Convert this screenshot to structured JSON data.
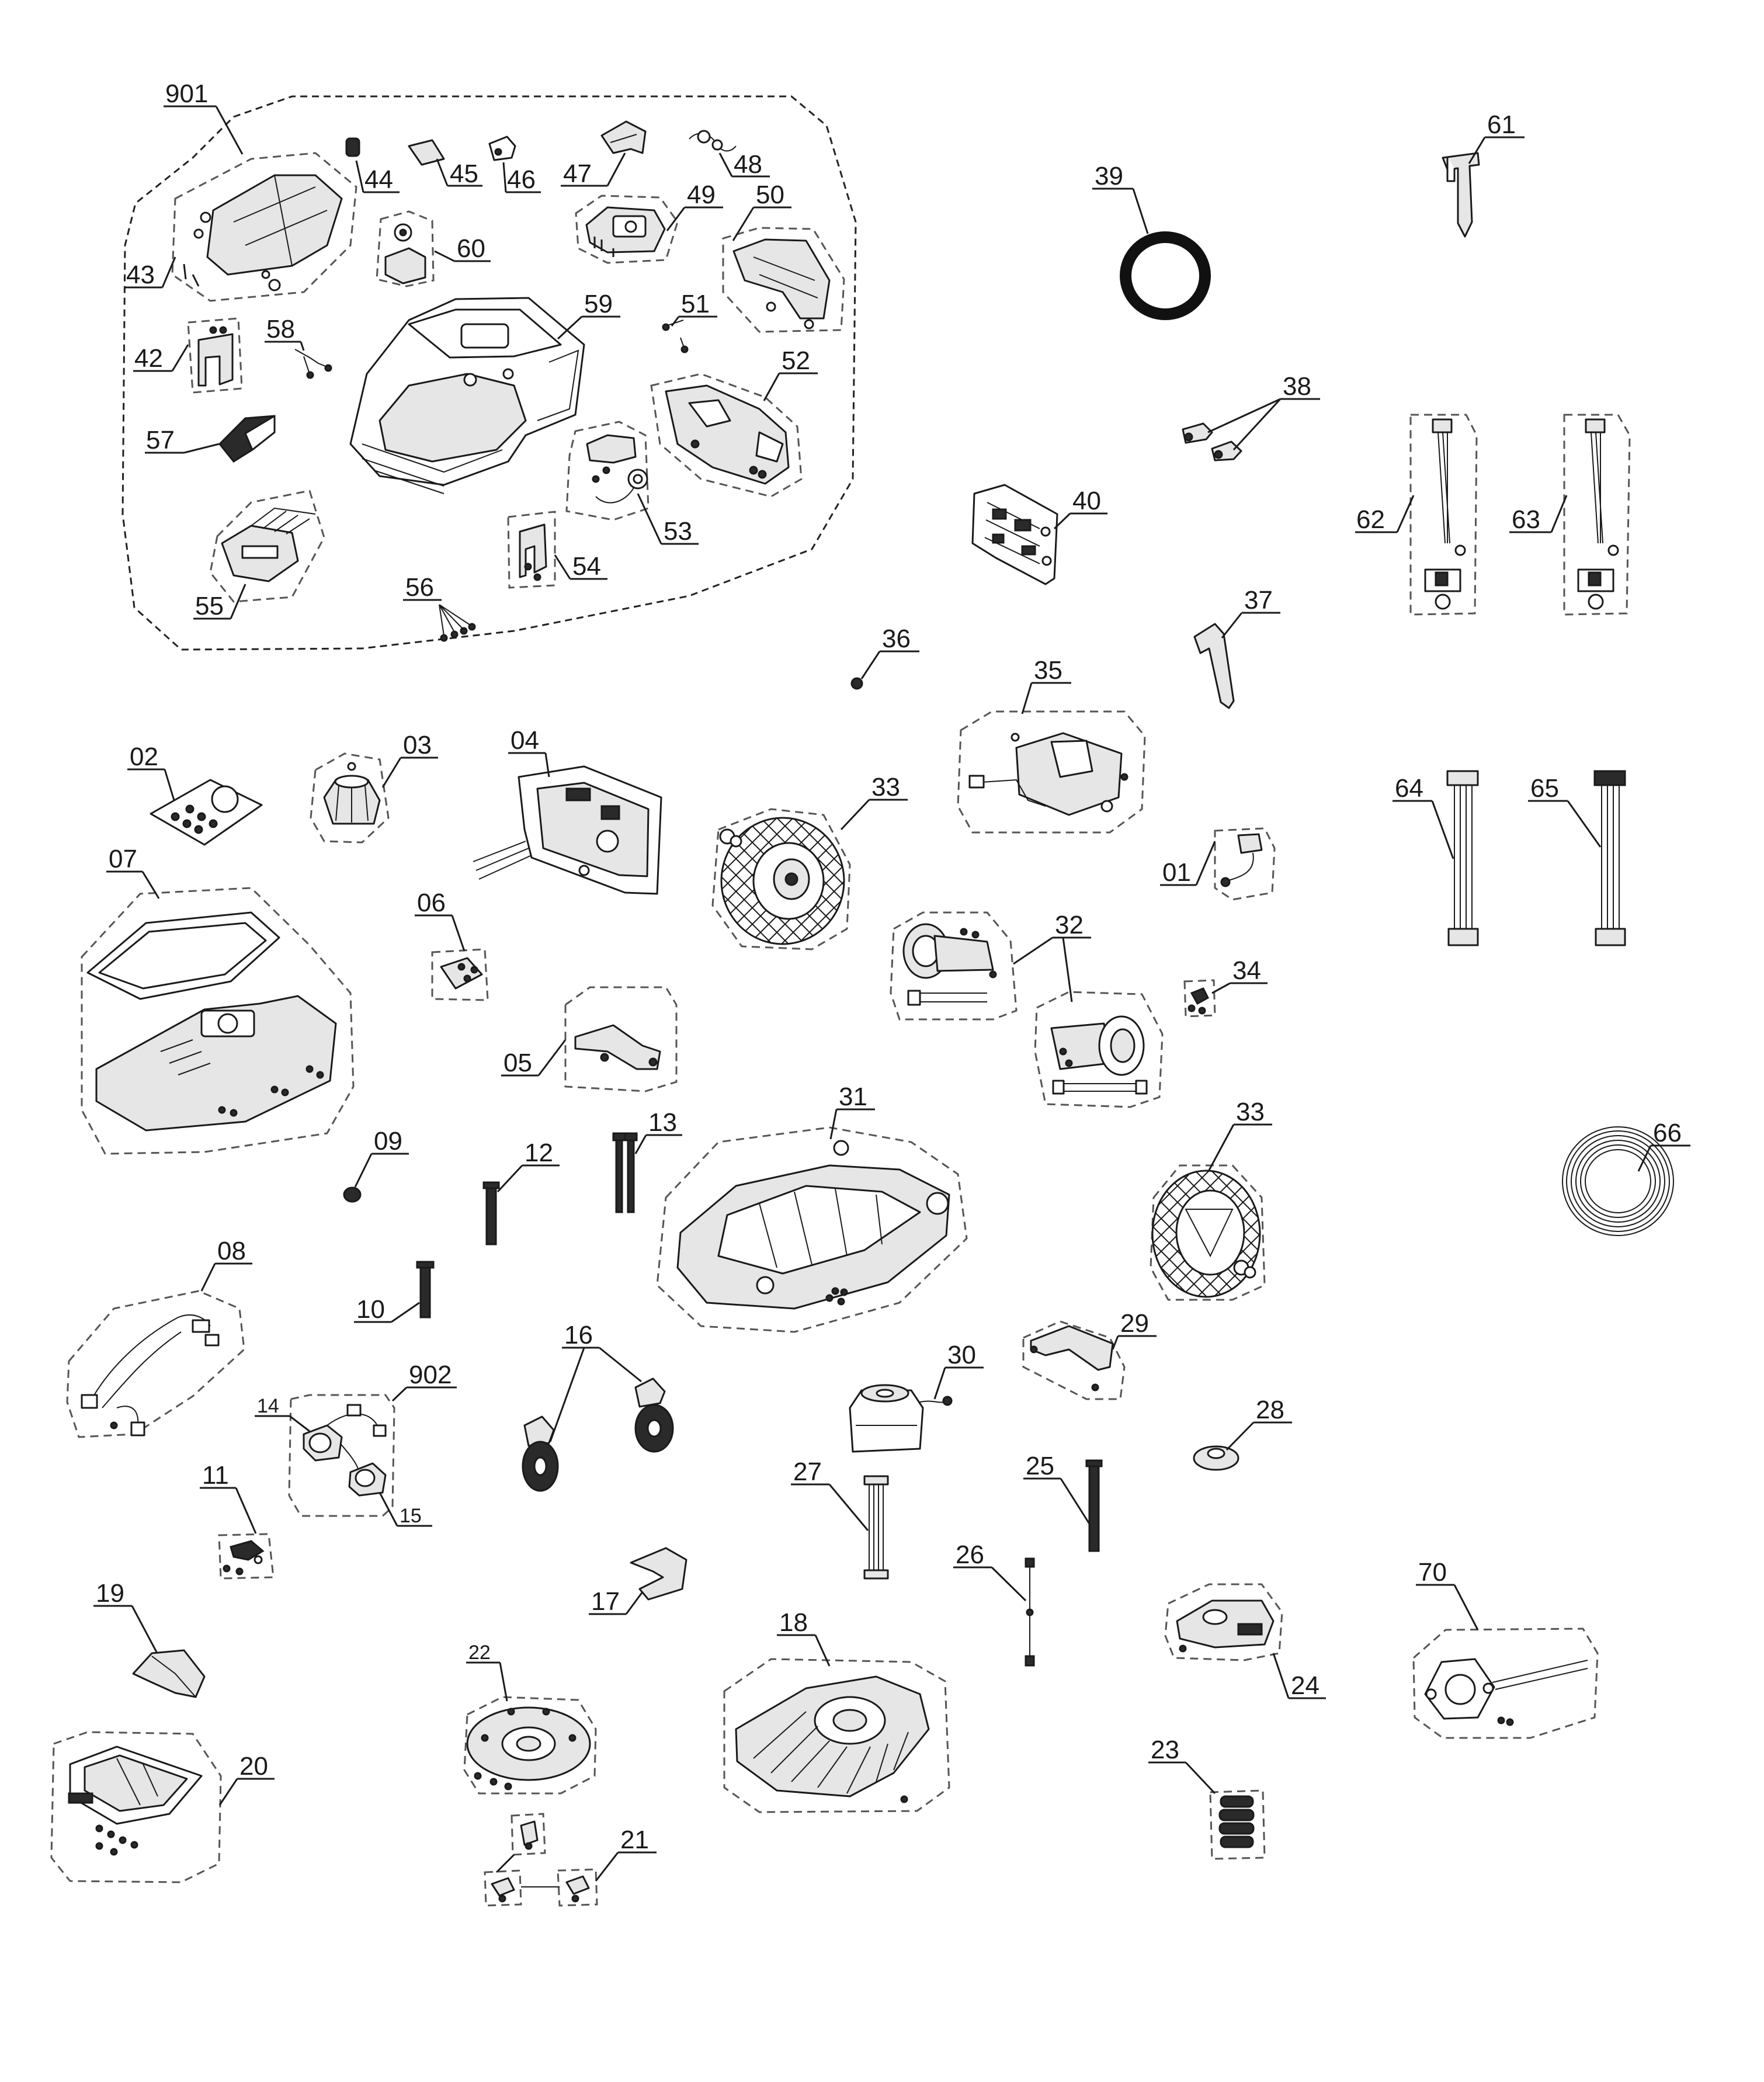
{
  "labels": {
    "l901": "901",
    "l902": "902",
    "l01": "01",
    "l02": "02",
    "l03": "03",
    "l04": "04",
    "l05": "05",
    "l06": "06",
    "l07": "07",
    "l08": "08",
    "l09": "09",
    "l10": "10",
    "l11": "11",
    "l12": "12",
    "l13": "13",
    "l14": "14",
    "l15": "15",
    "l16": "16",
    "l17": "17",
    "l18": "18",
    "l19": "19",
    "l20": "20",
    "l21": "21",
    "l22": "22",
    "l23": "23",
    "l24": "24",
    "l25": "25",
    "l26": "26",
    "l27": "27",
    "l28": "28",
    "l29": "29",
    "l30": "30",
    "l31": "31",
    "l32": "32",
    "l33a": "33",
    "l33b": "33",
    "l34": "34",
    "l35": "35",
    "l36": "36",
    "l37": "37",
    "l38": "38",
    "l39": "39",
    "l40": "40",
    "l42": "42",
    "l43": "43",
    "l44": "44",
    "l45": "45",
    "l46": "46",
    "l47": "47",
    "l48": "48",
    "l49": "49",
    "l50": "50",
    "l51": "51",
    "l52": "52",
    "l53": "53",
    "l54": "54",
    "l55": "55",
    "l56": "56",
    "l57": "57",
    "l58": "58",
    "l59": "59",
    "l60": "60",
    "l61": "61",
    "l62": "62",
    "l63": "63",
    "l64": "64",
    "l65": "65",
    "l66": "66",
    "l70": "70"
  }
}
